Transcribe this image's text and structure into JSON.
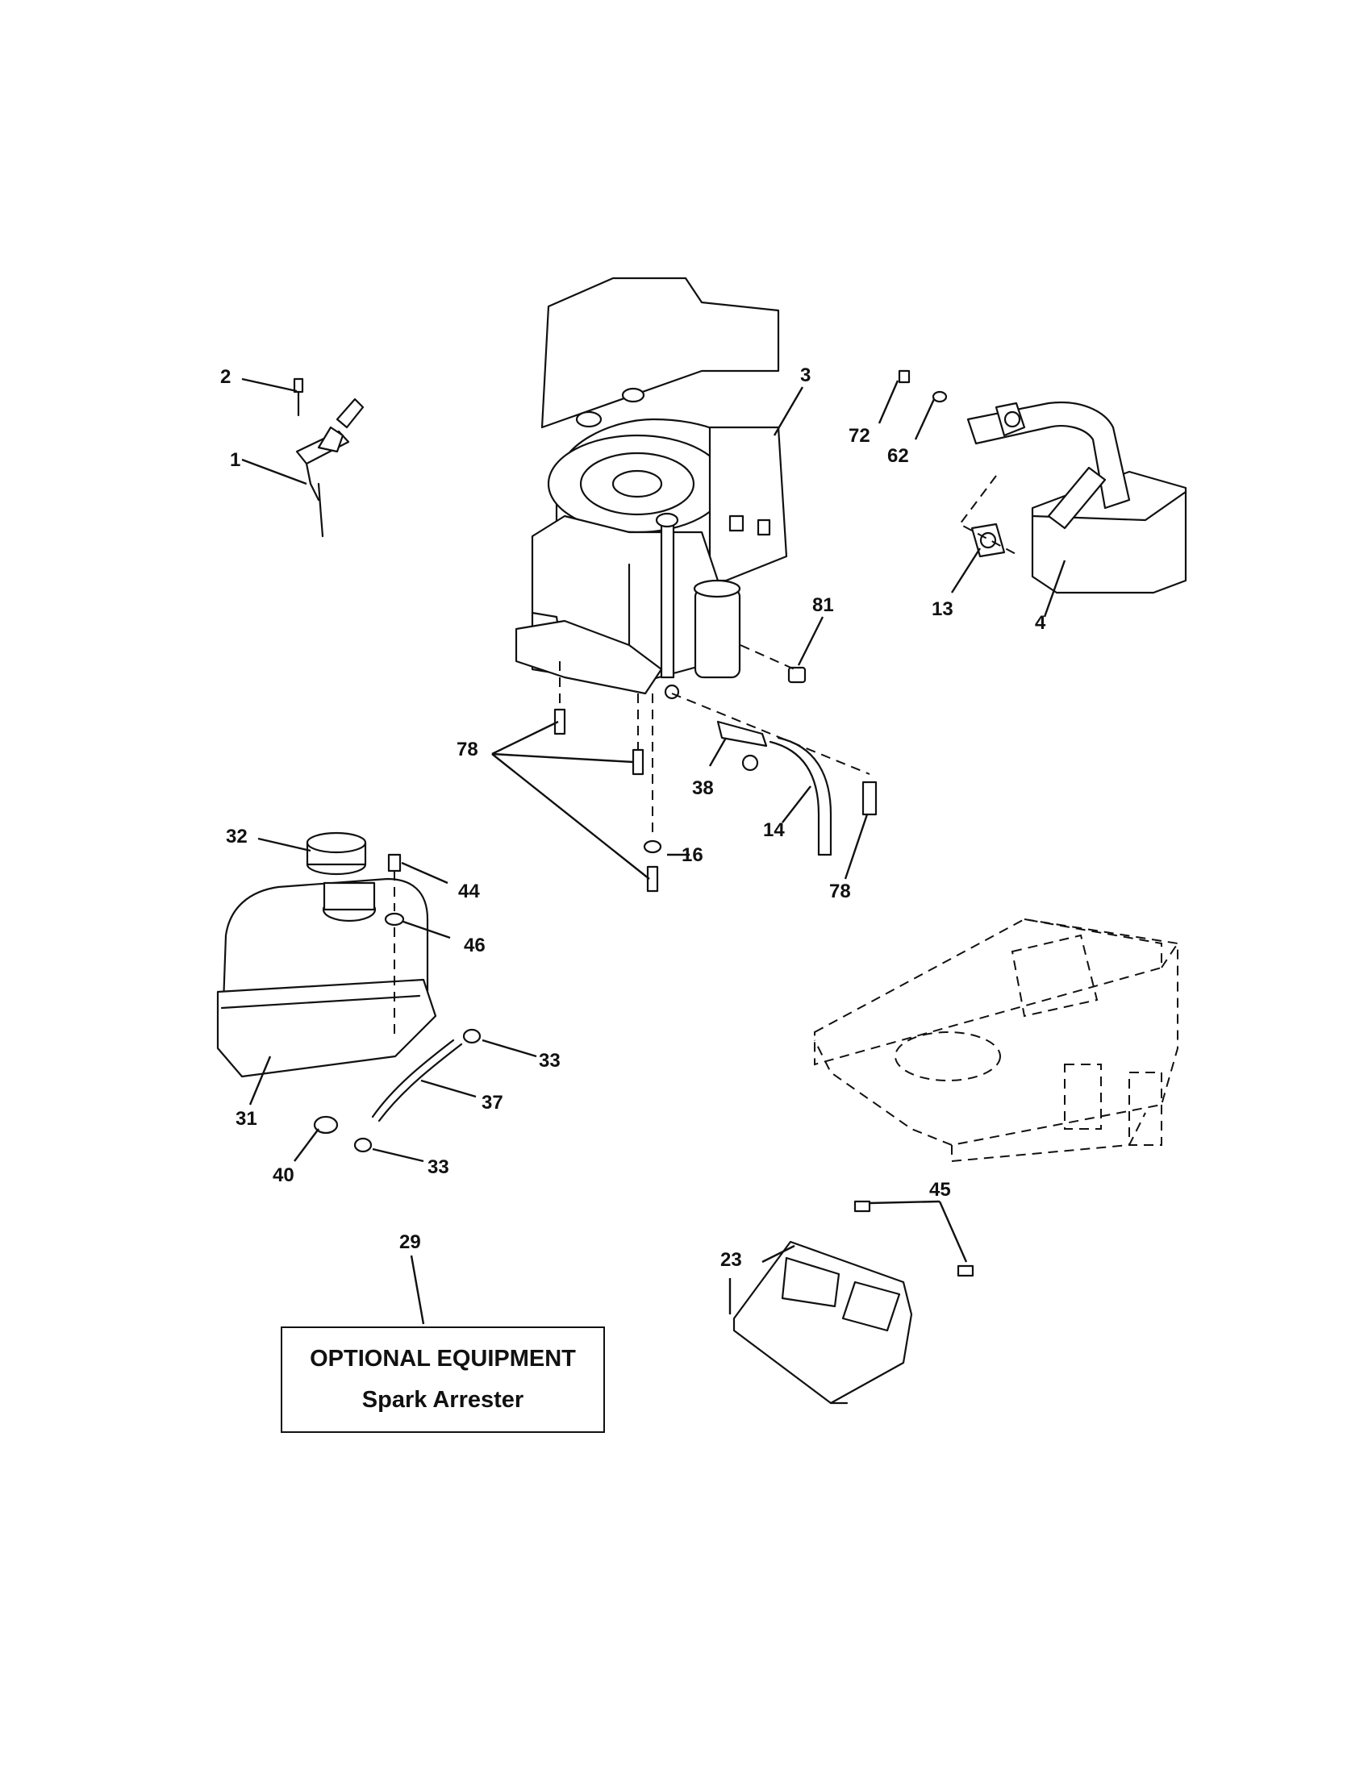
{
  "callouts": {
    "c1": "1",
    "c2": "2",
    "c3": "3",
    "c4": "4",
    "c13": "13",
    "c14": "14",
    "c16": "16",
    "c23": "23",
    "c29": "29",
    "c31": "31",
    "c32": "32",
    "c33a": "33",
    "c33b": "33",
    "c37": "37",
    "c38": "38",
    "c40": "40",
    "c44": "44",
    "c45": "45",
    "c46": "46",
    "c62": "62",
    "c72": "72",
    "c78a": "78",
    "c78b": "78",
    "c81": "81"
  },
  "optional_box": {
    "title": "OPTIONAL EQUIPMENT",
    "subtitle": "Spark Arrester"
  }
}
